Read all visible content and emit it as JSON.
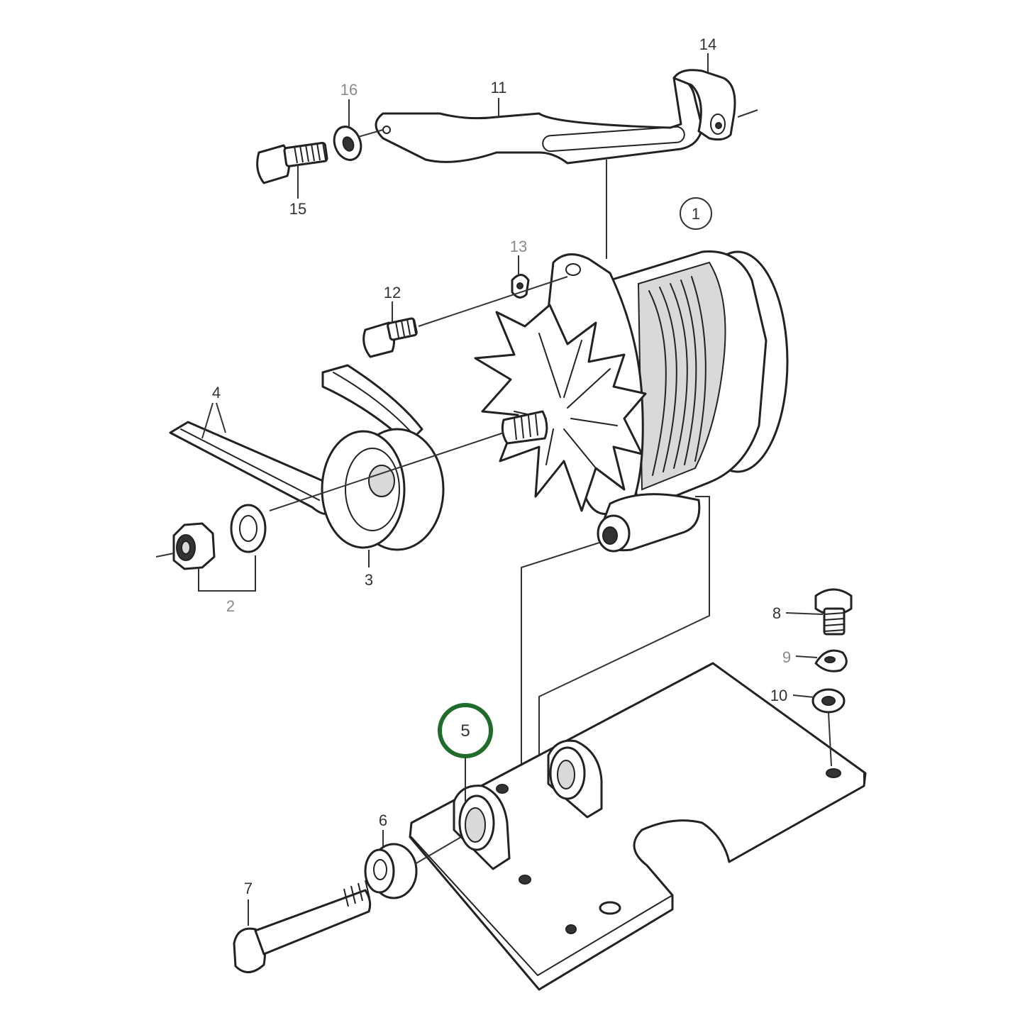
{
  "callouts": {
    "c1": "1",
    "c2": "2",
    "c3": "3",
    "c4": "4",
    "c5": "5",
    "c6": "6",
    "c7": "7",
    "c8": "8",
    "c9": "9",
    "c10": "10",
    "c11": "11",
    "c12": "12",
    "c13": "13",
    "c14": "14",
    "c15": "15",
    "c16": "16"
  },
  "highlight": {
    "part": "5",
    "color": "#1e6b2a"
  }
}
